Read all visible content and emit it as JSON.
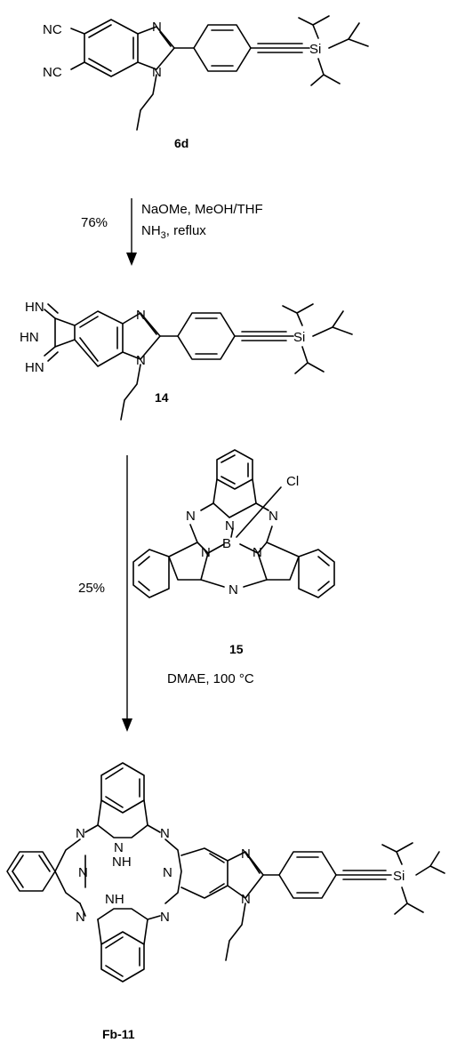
{
  "compounds": {
    "c6d": "6d",
    "c14": "14",
    "c15": "15",
    "cFb11": "Fb-11"
  },
  "atoms": {
    "NC": "NC",
    "N": "N",
    "HN": "HN",
    "NH": "NH",
    "Si": "Si",
    "B": "B",
    "Cl": "Cl"
  },
  "step1": {
    "yield": "76%",
    "reagent1": "NaOMe, MeOH/THF",
    "reagent2_main": "NH",
    "reagent2_sub": "3",
    "reagent2_rest": ", reflux"
  },
  "step2": {
    "yield": "25%",
    "conditions": "DMAE, 100 °C"
  }
}
